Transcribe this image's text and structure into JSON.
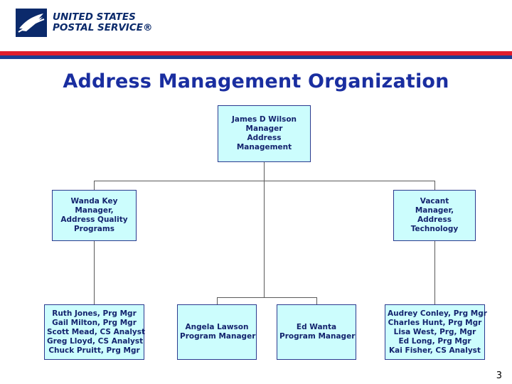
{
  "header": {
    "logo_line1": "UNITED STATES",
    "logo_line2": "POSTAL SERVICE®",
    "eagle_icon": "usps-eagle-icon"
  },
  "title": "Address Management Organization",
  "page_number": "3",
  "chart_data": {
    "type": "diagram",
    "title": "Address Management Organization",
    "nodes": [
      {
        "id": "root",
        "lines": [
          "James D Wilson",
          "Manager",
          "Address",
          "Management"
        ]
      },
      {
        "id": "left-manager",
        "lines": [
          "Wanda Key",
          "Manager,",
          "Address Quality",
          "Programs"
        ]
      },
      {
        "id": "right-manager",
        "lines": [
          "Vacant",
          "Manager,",
          "Address",
          "Technology"
        ]
      },
      {
        "id": "left-staff",
        "lines": [
          "Ruth Jones, Prg Mgr",
          "Gail Milton, Prg Mgr",
          "Scott Mead, CS Analyst",
          "Greg Lloyd, CS Analyst",
          "Chuck Pruitt, Prg Mgr"
        ]
      },
      {
        "id": "center-left-staff",
        "lines": [
          "Angela Lawson",
          "Program Manager"
        ]
      },
      {
        "id": "center-right-staff",
        "lines": [
          "Ed Wanta",
          "Program Manager"
        ]
      },
      {
        "id": "right-staff",
        "lines": [
          "Audrey Conley, Prg Mgr",
          "Charles Hunt, Prg Mgr",
          "Lisa West, Prg, Mgr",
          "Ed Long, Prg Mgr",
          "Kai Fisher, CS Analyst"
        ]
      }
    ],
    "edges": [
      {
        "from": "root",
        "to": "left-manager"
      },
      {
        "from": "root",
        "to": "right-manager"
      },
      {
        "from": "left-manager",
        "to": "left-staff"
      },
      {
        "from": "root",
        "to": "center-left-staff"
      },
      {
        "from": "root",
        "to": "center-right-staff"
      },
      {
        "from": "right-manager",
        "to": "right-staff"
      }
    ],
    "colors": {
      "node_fill": "#ccfdfd",
      "node_border": "#2b3a8f",
      "node_text": "#14246e",
      "title_text": "#1a2ea0",
      "rule_red": "#e01e2d",
      "rule_blue": "#1c3f94"
    }
  }
}
